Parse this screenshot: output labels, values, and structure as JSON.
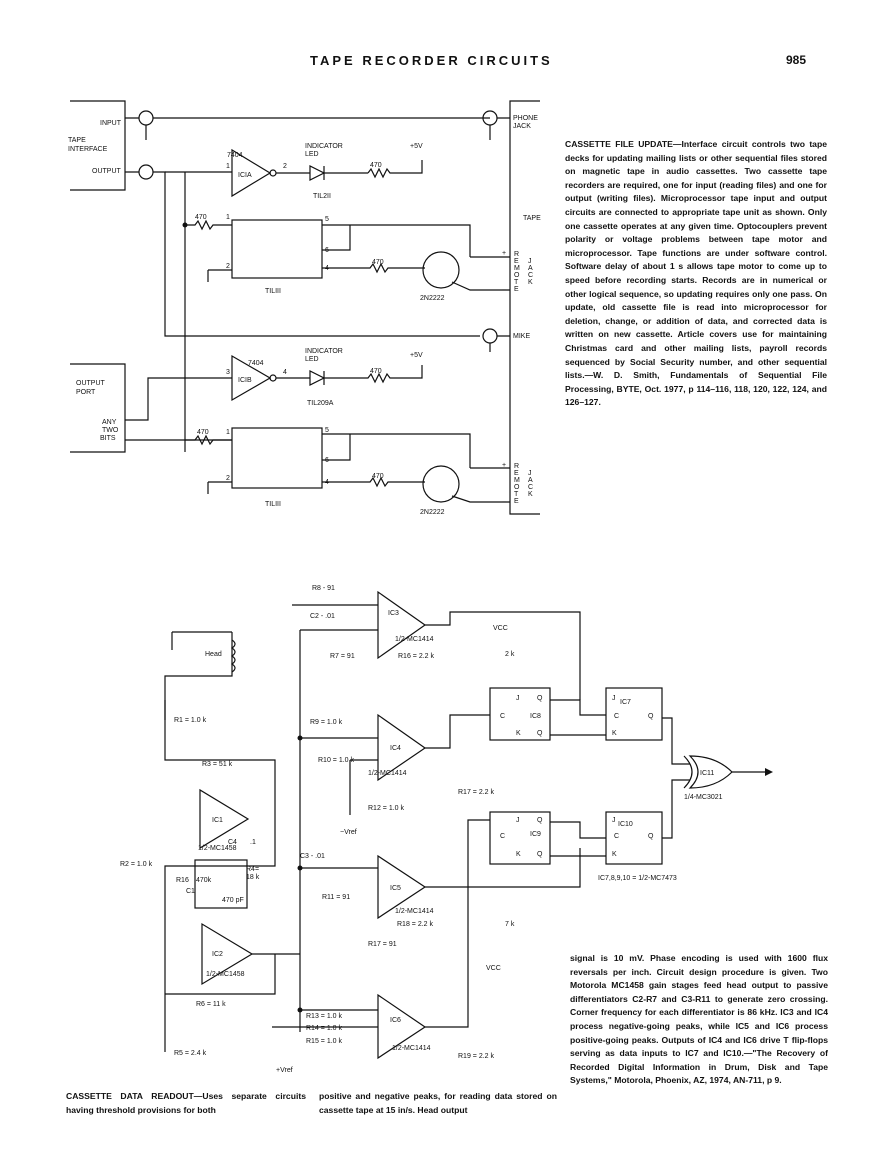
{
  "header": {
    "title": "TAPE RECORDER CIRCUITS",
    "page_number": "985"
  },
  "caption_1": {
    "kicker": "CASSETTE FILE UPDATE—",
    "body": "Interface circuit controls two tape decks for updating mailing lists or other sequential files stored on magnetic tape in audio cassettes. Two cassette tape recorders are required, one for input (reading files) and one for output (writing files). Microprocessor tape input and output circuits are connected to appropriate tape unit as shown. Only one cassette operates at any given time. Optocouplers prevent polarity or voltage problems between tape motor and microprocessor. Tape functions are under software control. Software delay of about 1 s allows tape motor to come up to speed before recording starts. Records are in numerical or other logical sequence, so updating requires only one pass. On update, old cassette file is read into microprocessor for deletion, change, or addition of data, and corrected data is written on new cassette. Article covers use for maintaining Christmas card and other mailing lists, payroll records sequenced by Social Security number, and other sequential lists.—W. D. Smith, Fundamentals of Sequential File Processing, BYTE, Oct. 1977, p 114–116, 118, 120, 122, 124, and 126–127."
  },
  "caption_2": {
    "kicker": "CASSETTE DATA READOUT—",
    "part_a": "Uses separate circuits having threshold provisions for both",
    "part_b": "positive and negative peaks, for reading data stored on cassette tape at 15 in/s. Head output",
    "part_c": "signal is 10 mV. Phase encoding is used with 1600 flux reversals per inch. Circuit design procedure is given. Two Motorola MC1458 gain stages feed head output to passive differentiators C2-R7 and C3-R11 to generate zero crossing. Corner frequency for each differentiator is 86 kHz. IC3 and IC4 process negative-going peaks, while IC5 and IC6 process positive-going peaks. Outputs of IC4 and IC6 drive T flip-flops serving as data inputs to IC7 and IC10.—\"The Recovery of Recorded Digital Information in Drum, Disk and Tape Systems,\" Motorola, Phoenix, AZ, 1974, AN-711, p 9."
  },
  "schematic_1": {
    "labels": {
      "input": "INPUT",
      "tape_interface_1": "TAPE",
      "tape_interface_2": "INTERFACE",
      "output": "OUTPUT",
      "output_port_1": "OUTPUT",
      "output_port_2": "PORT",
      "any_1": "ANY",
      "any_2": "TWO",
      "any_3": "BITS",
      "phone_1": "PHONE",
      "phone_2": "JACK",
      "tape": "TAPE",
      "mike": "MIKE",
      "ic1a": "ICIA",
      "ic1b": "ICIB",
      "gate": "7404",
      "ind_1": "INDICATOR",
      "ind_2": "LED",
      "plus5": "+5V",
      "r470": "470",
      "til211": "TIL2II",
      "til209a": "TIL209A",
      "til111": "TILIII",
      "q2n2222": "2N2222",
      "pin1": "1",
      "pin2": "2",
      "pin3": "3",
      "pin4": "4",
      "pin5": "5",
      "pin6": "6",
      "plus": "+",
      "minus": "−",
      "remote": [
        "R",
        "E",
        "M",
        "O",
        "T",
        "E"
      ],
      "jack": [
        "J",
        "A",
        "C",
        "K"
      ]
    }
  },
  "schematic_2": {
    "labels": {
      "r8": "R8 - 91",
      "c2": "C2 - .01",
      "ic3": "IC3",
      "half1414": "1/2-MC1414",
      "r7": "R7 = 91",
      "r16": "R16 = 2.2 k",
      "vcc": "VCC",
      "r2k": "2 k",
      "head": "Head",
      "r1": "R1 = 1.0 k",
      "r9": "R9 = 1.0 k",
      "r10": "R10 = 1.0 k",
      "ic4": "IC4",
      "r17a": "R17 = 2.2 k",
      "r12": "R12 = 1.0 k",
      "vref_neg": "−Vref",
      "r3": "R3 = 51 k",
      "ic1": "IC1",
      "c4": "C4",
      "c4v": ".1",
      "half1458": "1/2-MC1458",
      "r2": "R2 = 1.0 k",
      "r4": "R4=",
      "r4v": "18 k",
      "r16b": "R16",
      "r16bv": "470k",
      "c1": "C1",
      "c1v": "470 pF",
      "c3": "C3 - .01",
      "r11": "R11 = 91",
      "ic5": "IC5",
      "r18": "R18 = 2.2 k",
      "r17b": "R17 = 91",
      "r7k": "7 k",
      "ic2": "IC2",
      "r6": "R6 = 11 k",
      "r13": "R13 = 1.0 k",
      "r14": "R14 = 1.0 k",
      "r15": "R15 = 1.0 k",
      "ic6": "IC6",
      "r19": "R19 = 2.2 k",
      "r5": "R5 = 2.4 k",
      "vref_pos": "+Vref",
      "ic7": "IC7",
      "ic8": "IC8",
      "ic9": "IC9",
      "ic10": "IC10",
      "ic11": "IC11",
      "mc3021": "1/4-MC3021",
      "ic7473": "IC7,8,9,10 = 1/2-MC7473",
      "j": "J",
      "k": "K",
      "c": "C",
      "q": "Q"
    }
  }
}
